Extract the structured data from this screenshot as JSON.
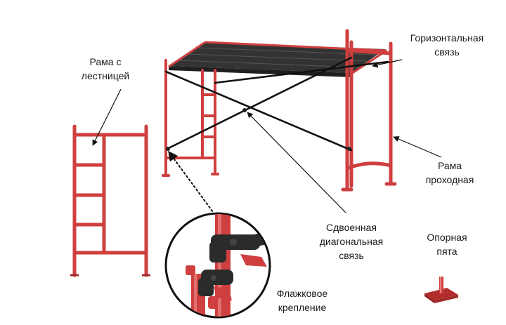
{
  "labels": {
    "ladder_frame": {
      "line1": "Рама с",
      "line2": "лестницей"
    },
    "horizontal_link": {
      "line1": "Горизонтальная",
      "line2": "связь"
    },
    "walk_frame": {
      "line1": "Рама",
      "line2": "проходная"
    },
    "double_diagonal": {
      "line1": "Сдвоенная",
      "line2": "диагональная",
      "line3": "связь"
    },
    "base_plate": {
      "line1": "Опорная",
      "line2": "пята"
    },
    "flag_clamp": {
      "line1": "Флажковое",
      "line2": "крепление"
    }
  },
  "colors": {
    "frame_red": "#cf3f3f",
    "frame_dark": "#a62a2a",
    "deck": "#2a2a2a",
    "brace": "#111111",
    "text": "#1a1a1a"
  },
  "icons": {
    "callout_arrow": "arrow-icon",
    "detail_circle": "magnifier-circle"
  }
}
